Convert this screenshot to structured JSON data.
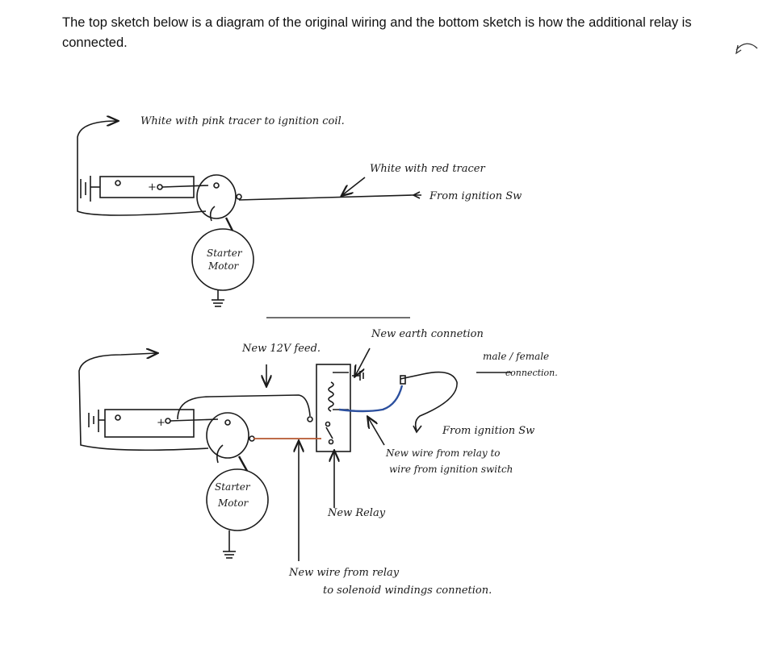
{
  "intro": {
    "text": "The top sketch below is a diagram of the original wiring and the bottom sketch is how the additional relay is connected."
  },
  "top_sketch": {
    "label_to_coil": "White   with   pink   tracer    to    ignition  coil.",
    "label_red_tracer": "White  with  red  tracer",
    "label_from_ign": "From  ignition  Sw",
    "starter_line1": "Starter",
    "starter_line2": "Motor"
  },
  "bottom_sketch": {
    "label_feed": "New  12V  feed.",
    "label_earth": "New  earth  connetion",
    "label_connector_1": "male / female",
    "label_connector_2": "connection.",
    "label_from_ign": "From  ignition  Sw",
    "label_new_wire_1": "New   wire  from  relay   to",
    "label_new_wire_2": "wire  from  ignition  switch",
    "label_relay": "New  Relay",
    "starter_line1": "Starter",
    "starter_line2": "Motor",
    "label_solenoid_1": "New   wire     from    relay",
    "label_solenoid_2": "to    solenoid    windings   connetion."
  },
  "colors": {
    "ink": "#1a1a1a",
    "blue_wire": "#2b4f9e",
    "red_wire": "#b5562f"
  }
}
